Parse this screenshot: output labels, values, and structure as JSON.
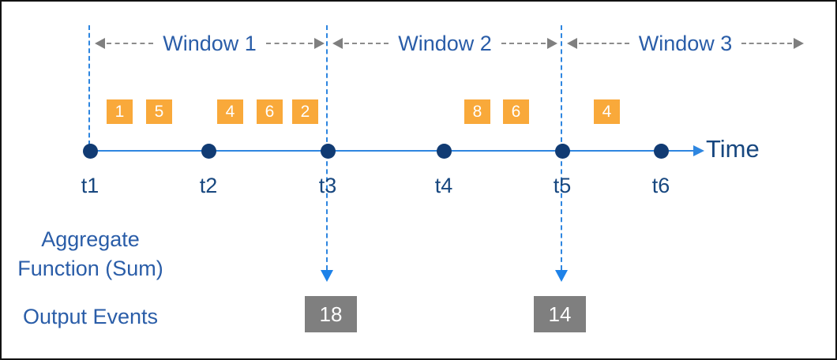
{
  "windows": [
    {
      "label": "Window 1"
    },
    {
      "label": "Window 2"
    },
    {
      "label": "Window 3"
    }
  ],
  "time_axis": {
    "label": "Time",
    "ticks": [
      "t1",
      "t2",
      "t3",
      "t4",
      "t5",
      "t6"
    ]
  },
  "events": [
    {
      "value": "1",
      "window": 1
    },
    {
      "value": "5",
      "window": 1
    },
    {
      "value": "4",
      "window": 1
    },
    {
      "value": "6",
      "window": 1
    },
    {
      "value": "2",
      "window": 1
    },
    {
      "value": "8",
      "window": 2
    },
    {
      "value": "6",
      "window": 2
    },
    {
      "value": "4",
      "window": 3
    }
  ],
  "aggregate_label": {
    "line1": "Aggregate",
    "line2": "Function (Sum)"
  },
  "output_label": "Output Events",
  "outputs": [
    {
      "value": "18",
      "at_tick": "t3"
    },
    {
      "value": "14",
      "at_tick": "t5"
    }
  ],
  "colors": {
    "axis_blue": "#2e86e0",
    "dot_navy": "#113b73",
    "label_blue": "#2a5da8",
    "axis_text_navy": "#17477f",
    "event_orange": "#f9a93a",
    "window_arrow_gray": "#7f7f7f",
    "output_box_gray": "#7f7f7f",
    "down_arrow_blue": "#1e82e8"
  }
}
